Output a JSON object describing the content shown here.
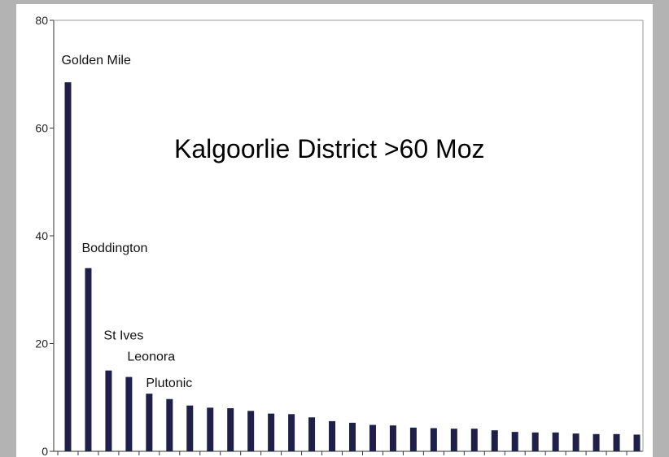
{
  "chart_data": {
    "type": "bar",
    "values": [
      68.5,
      34,
      15,
      13.8,
      10.7,
      9.7,
      8.5,
      8.1,
      8.0,
      7.5,
      7.0,
      6.9,
      6.3,
      5.6,
      5.3,
      4.9,
      4.8,
      4.4,
      4.3,
      4.2,
      4.2,
      3.9,
      3.6,
      3.5,
      3.5,
      3.3,
      3.2,
      3.2,
      3.1
    ],
    "bar_labels": [
      {
        "index": 0,
        "text": "Golden Mile"
      },
      {
        "index": 1,
        "text": "Boddington"
      },
      {
        "index": 2,
        "text": "St Ives"
      },
      {
        "index": 3,
        "text": "Leonora"
      },
      {
        "index": 4,
        "text": "Plutonic"
      }
    ],
    "annotation": "Kalgoorlie District >60 Moz",
    "ylim": [
      0,
      80
    ],
    "yticks": [
      0,
      20,
      40,
      60,
      80
    ],
    "bar_color": "#1f1f4a",
    "grid": false
  }
}
